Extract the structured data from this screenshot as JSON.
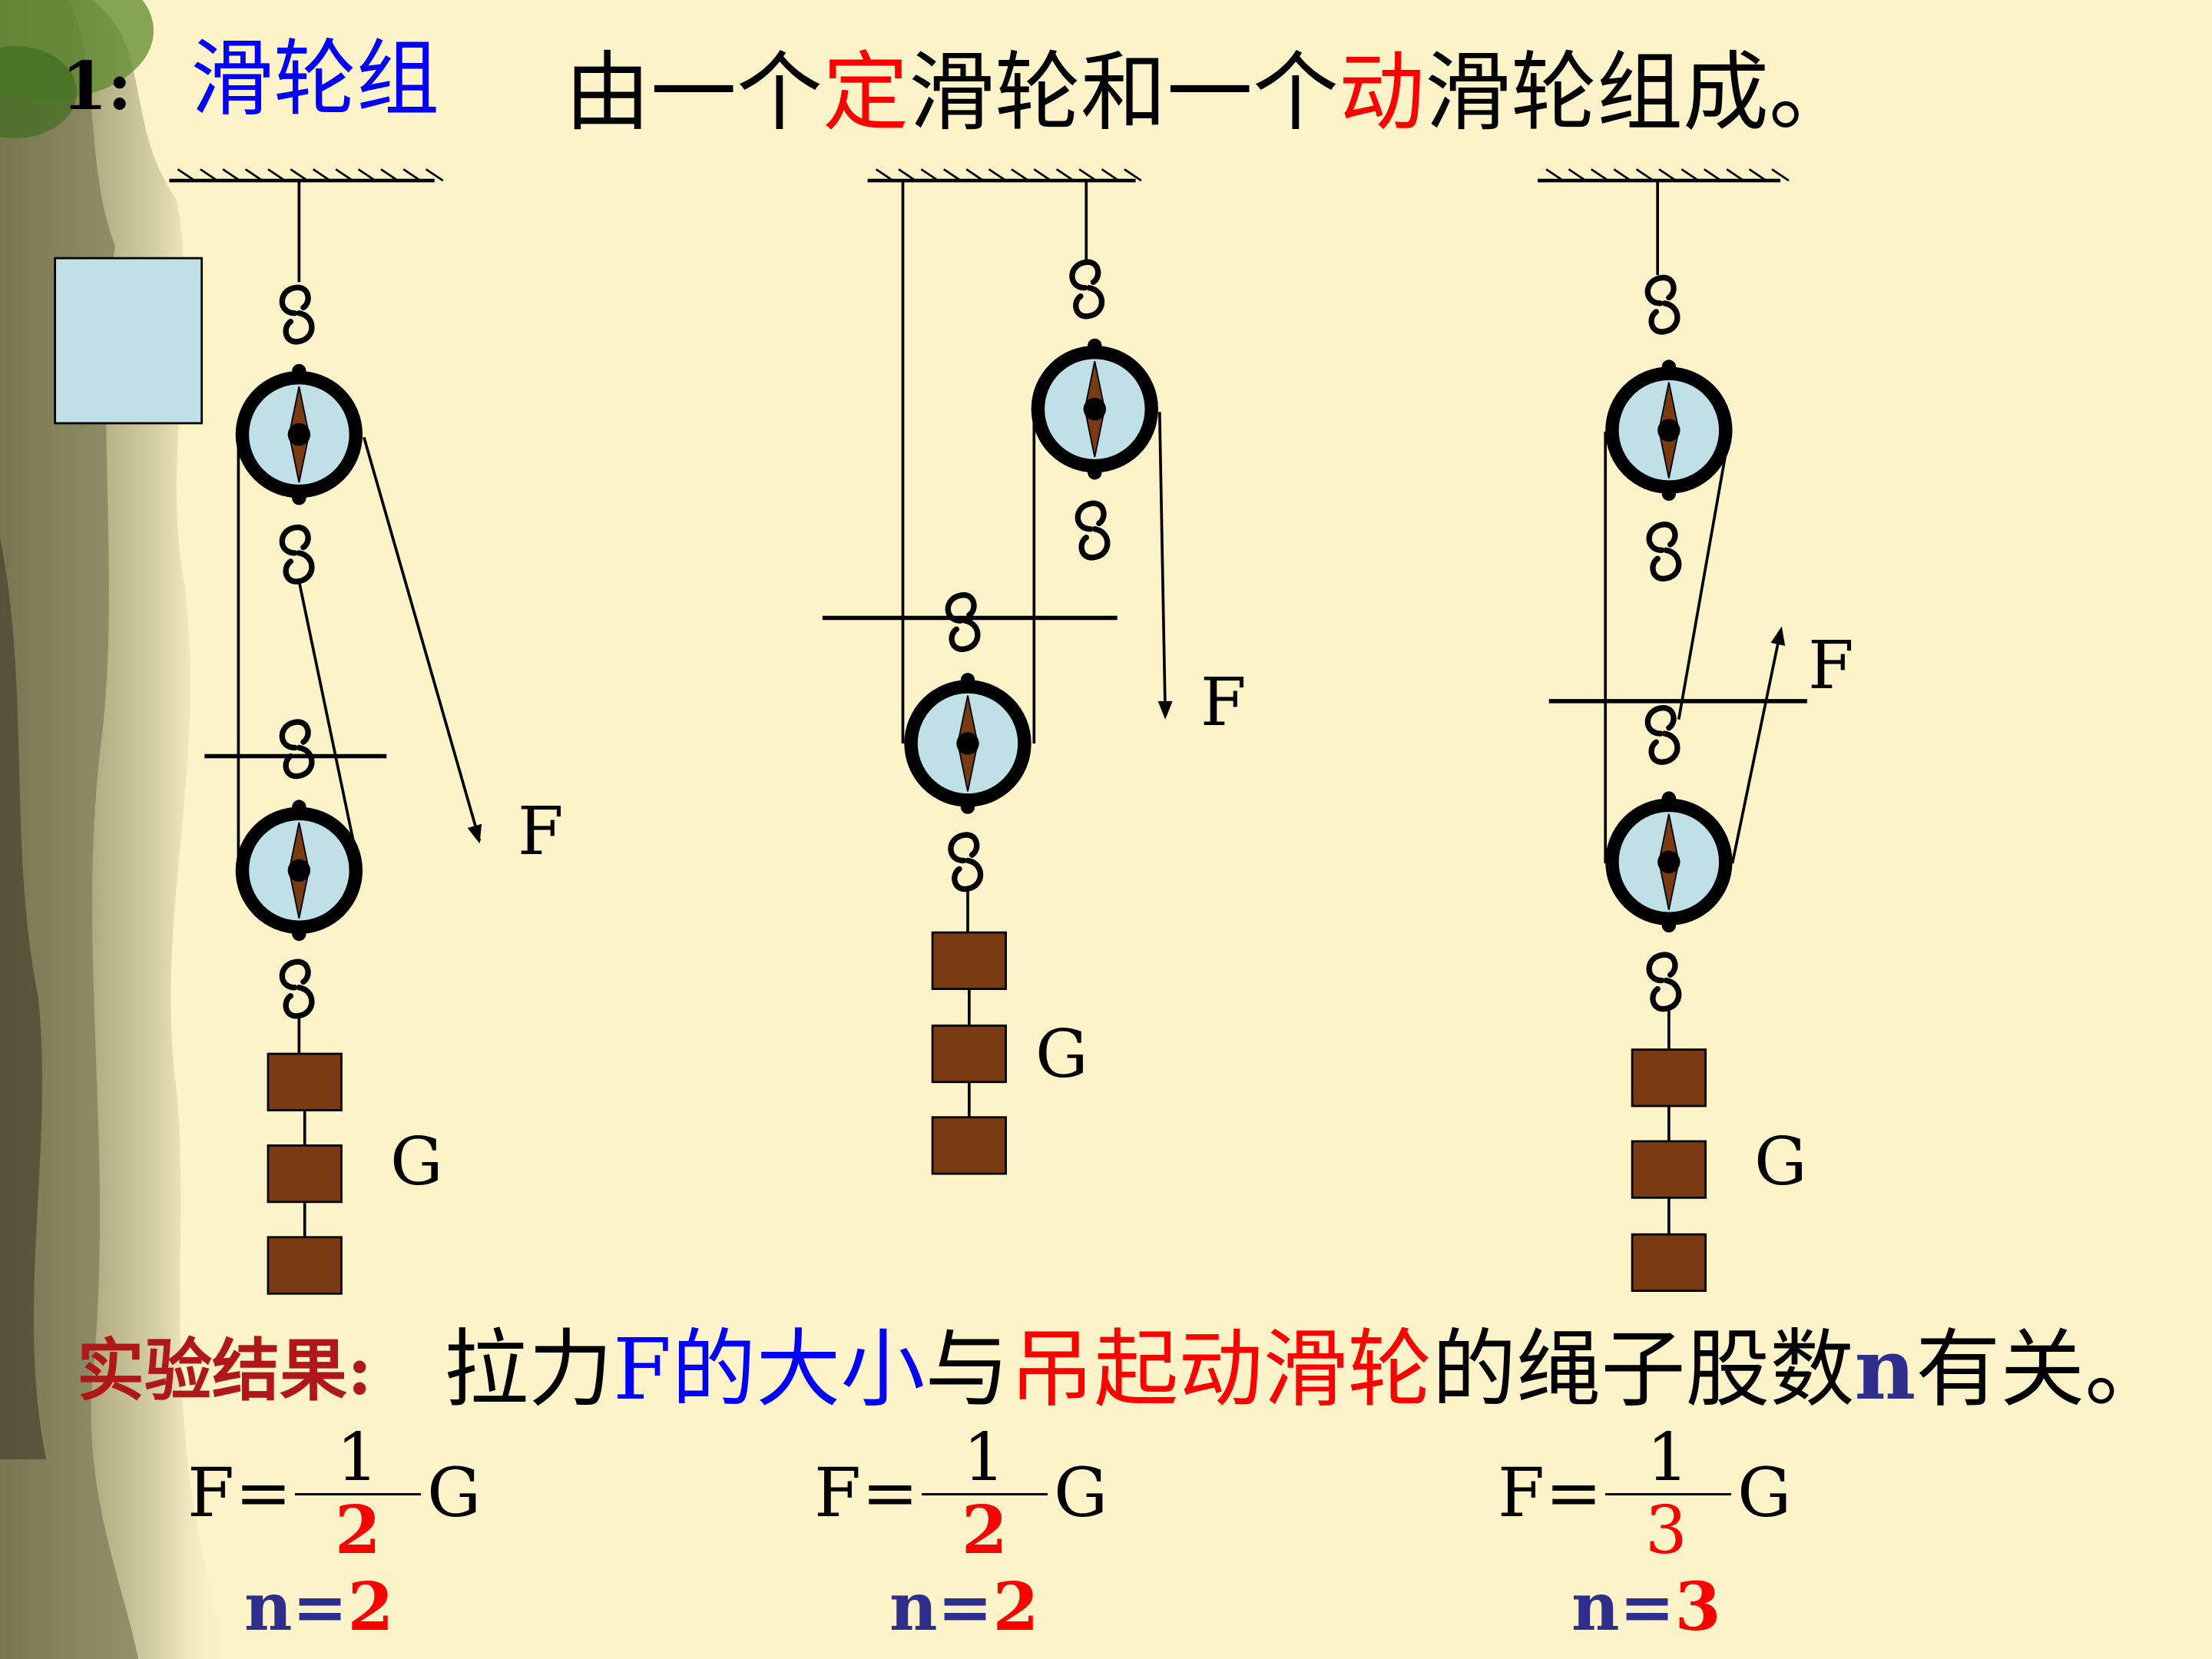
{
  "header": {
    "number": "1:",
    "term": "滑轮组",
    "def_part1": "由一个",
    "def_fixed": "定",
    "def_part2": "滑轮和一个",
    "def_movable": "动",
    "def_part3": "滑轮组成。"
  },
  "diagrams": [
    {
      "force_label": "F",
      "weight_label": "G"
    },
    {
      "force_label": "F",
      "weight_label": "G"
    },
    {
      "force_label": "F",
      "weight_label": "G"
    }
  ],
  "result": {
    "label": "实验结果:",
    "p1": "拉力",
    "p2": "F的大小",
    "p3": "与",
    "p4": "吊起",
    "p5": "动滑轮",
    "p6": "的绳子股数",
    "p7": "n",
    "p8": "有关。"
  },
  "formulas": [
    {
      "lhs": "F",
      "eq": "=",
      "num": "1",
      "den": "2",
      "rhs": "G",
      "n_label": "n=",
      "n_value": "2"
    },
    {
      "lhs": "F",
      "eq": "=",
      "num": "1",
      "den": "2",
      "rhs": "G",
      "n_label": "n=",
      "n_value": "2"
    },
    {
      "lhs": "F",
      "eq": "=",
      "num": "1",
      "den": "3",
      "rhs": "G",
      "n_label": "n=",
      "n_value": "3"
    }
  ],
  "colors": {
    "background": "#fcf3c8",
    "pulley_fill": "#bfe0e6",
    "weight_fill": "#7a3a12",
    "accent_blue": "#0000ff",
    "accent_red": "#ff0000",
    "result_label": "#b01818",
    "n_color": "#2e2f8c"
  }
}
